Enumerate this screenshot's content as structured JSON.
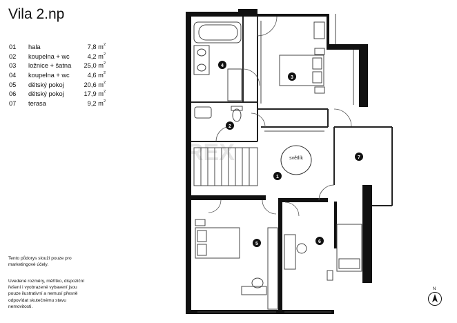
{
  "title": "Vila 2.np",
  "rooms": [
    {
      "num": "01",
      "name": "hala",
      "area": "7,8 m",
      "unit_sup": "2"
    },
    {
      "num": "02",
      "name": "koupelna + wc",
      "area": "4,2 m",
      "unit_sup": "2"
    },
    {
      "num": "03",
      "name": "ložnice + šatna",
      "area": "25,0 m",
      "unit_sup": "2"
    },
    {
      "num": "04",
      "name": "koupelna + wc",
      "area": "4,6 m",
      "unit_sup": "2"
    },
    {
      "num": "05",
      "name": "dětský pokoj",
      "area": "20,6 m",
      "unit_sup": "2"
    },
    {
      "num": "06",
      "name": "dětský pokoj",
      "area": "17,9 m",
      "unit_sup": "2"
    },
    {
      "num": "07",
      "name": "terasa",
      "area": "9,2 m",
      "unit_sup": "2"
    }
  ],
  "disclaimer_1": "Tento půdorys slouží pouze pro marketingové účely.",
  "disclaimer_2": "Uvedené rozměry, měřítko, dispoziční řešení i vyobrazené vybavení jsou pouze ilustrativní a nemusí přesně odpovídat skutečnému stavu nemovitosti.",
  "plan": {
    "markers": [
      "1",
      "2",
      "3",
      "4",
      "5",
      "6",
      "7"
    ],
    "skylight_label": "světlík",
    "watermark": "REX"
  },
  "compass": {
    "label": "N"
  }
}
